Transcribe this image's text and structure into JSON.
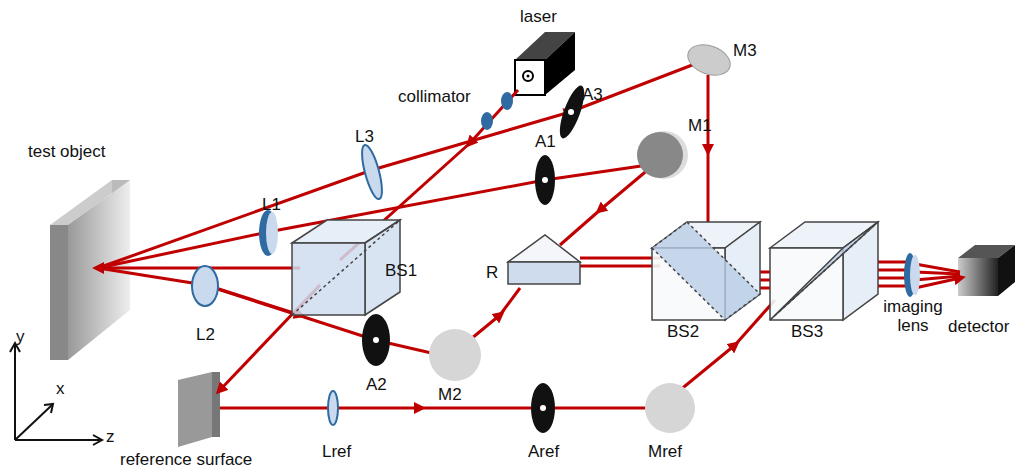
{
  "diagram": {
    "labels": [
      "laser",
      "collimator",
      "M3",
      "A3",
      "L3",
      "A1",
      "M1",
      "test object",
      "L1",
      "BS1",
      "R",
      "BS2",
      "BS3",
      "imaging lens",
      "detector",
      "L2",
      "A2",
      "M2",
      "y",
      "x",
      "z",
      "reference surface",
      "Lref",
      "Aref",
      "Mref"
    ]
  }
}
